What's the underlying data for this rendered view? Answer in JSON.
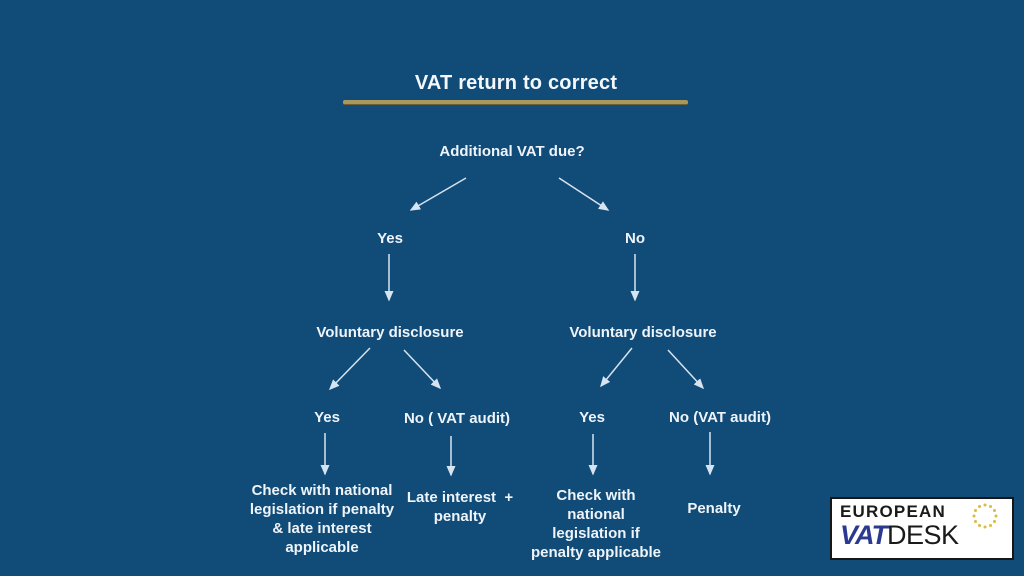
{
  "colors": {
    "background": "#114b78",
    "title_underline": "#a8985e",
    "arrow": "#d5e4f0",
    "text": "#eef4f9",
    "logo_background": "#ffffff",
    "logo_vat_blue": "#2b3a90",
    "logo_text_dark": "#1a1a1a",
    "eu_star_gold": "#d9bc3c"
  },
  "title": "VAT return to correct",
  "flowchart": {
    "root_question": "Additional VAT due?",
    "left": {
      "branch_label": "Yes",
      "node_label": "Voluntary disclosure",
      "yes_label": "Yes",
      "yes_outcome": "Check with national\nlegislation if penalty\n& late interest\napplicable",
      "no_label": "No ( VAT audit)",
      "no_outcome": "Late interest  +\npenalty"
    },
    "right": {
      "branch_label": "No",
      "node_label": "Voluntary disclosure",
      "yes_label": "Yes",
      "yes_outcome": "Check with\nnational\nlegislation if\npenalty applicable",
      "no_label": "No (VAT audit)",
      "no_outcome": "Penalty"
    }
  },
  "logo": {
    "top_text": "EUROPEAN",
    "brand_vat": "VAT",
    "brand_desk": "DESK"
  }
}
